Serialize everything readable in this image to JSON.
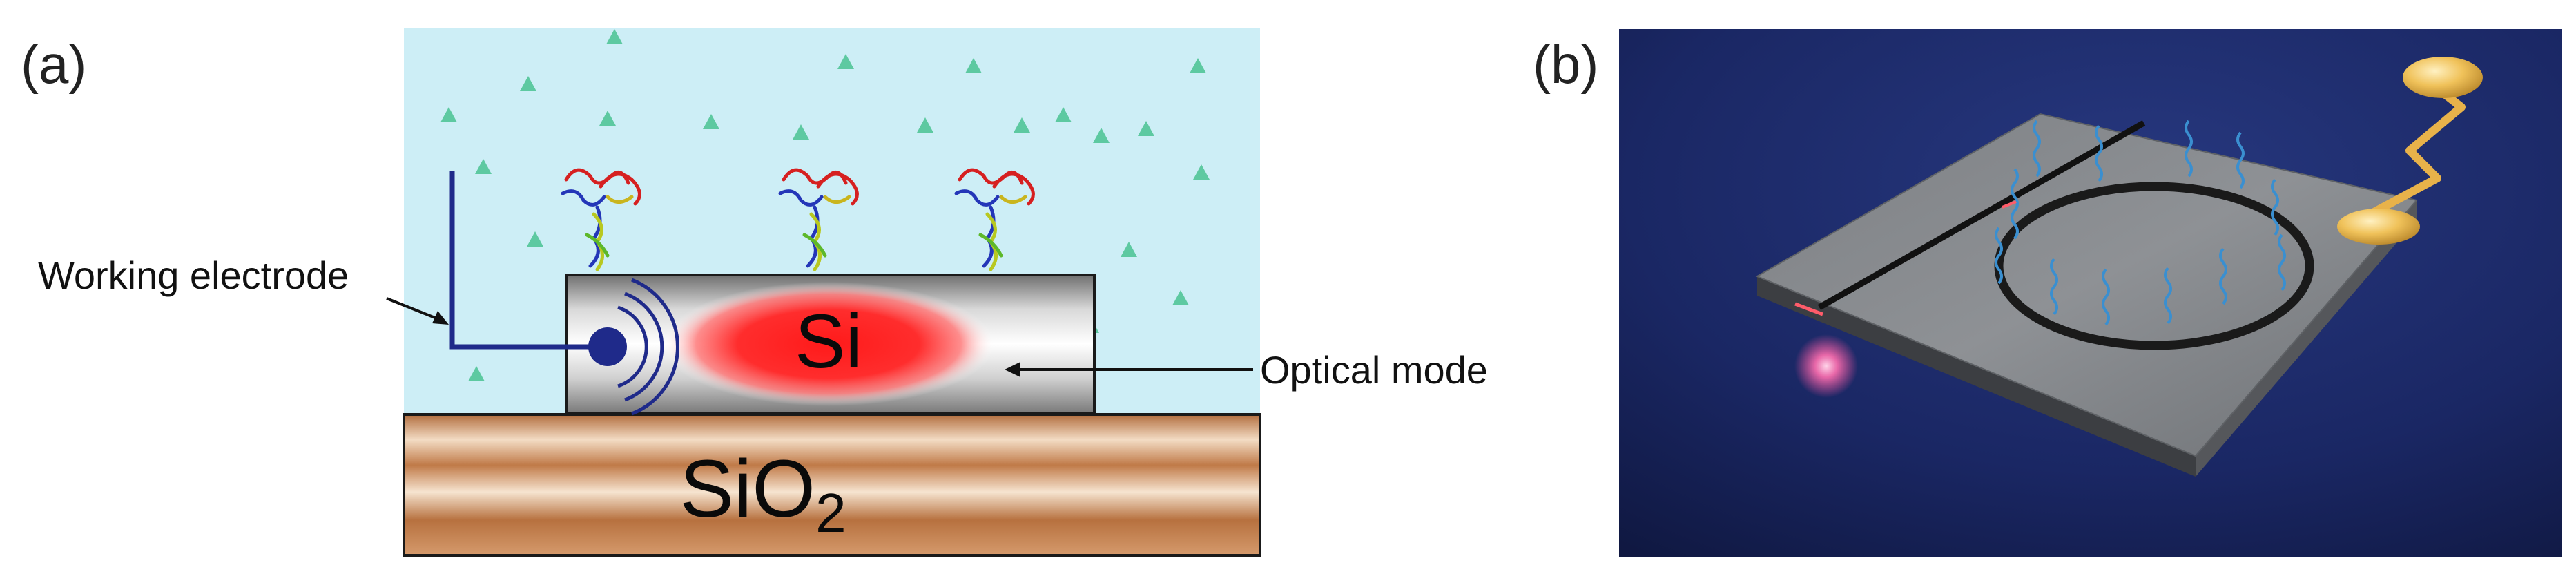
{
  "panels": {
    "a": {
      "tag": "(a)",
      "labels": {
        "working_electrode": "Working electrode",
        "optical_mode": "Optical mode",
        "waveguide_material": "Si",
        "substrate_material": "SiO",
        "substrate_subscript": "2"
      },
      "colors": {
        "solution": "#cdeef6",
        "analyte": "#5dc9a1",
        "electrode": "#1f2a8a",
        "mode_core": "#ff2b2b",
        "substrate": "#c98a5c"
      },
      "icons": [
        "antibody-icon",
        "analyte-triangle-icon",
        "electrode-tip-icon"
      ]
    },
    "b": {
      "tag": "(b)",
      "colors": {
        "background": "#1b2a6b",
        "chip": "#8f9296",
        "electrode_pad": "#e8b24a",
        "laser_glow": "#ff5fa0"
      },
      "icons": [
        "ring-resonator-icon",
        "dna-probe-icon",
        "bond-pad-icon",
        "laser-spot-icon"
      ]
    }
  }
}
